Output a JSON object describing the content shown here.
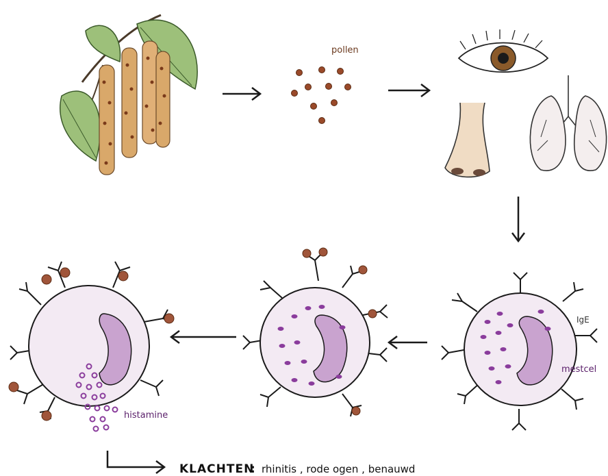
{
  "labels": {
    "pollen": "pollen",
    "ige": "IgE",
    "mestcel": "mestcel",
    "histamine": "histamine",
    "klachten": "KLACHTEN",
    "colon": ":",
    "symptoms": "rhinitis , rode ogen , benauwd"
  },
  "colors": {
    "leaf": "#9dc07a",
    "catkin": "#d9a86a",
    "pollen": "#9a4a2a",
    "cell_fill": "#efe4ee",
    "nucleus": "#c9a3cf",
    "granule": "#8a3c9c",
    "ink": "#1a1a1a"
  },
  "icons": {
    "tree": "birch-branch-icon",
    "eye": "eye-icon",
    "nose": "nose-icon",
    "lungs": "lungs-icon"
  }
}
